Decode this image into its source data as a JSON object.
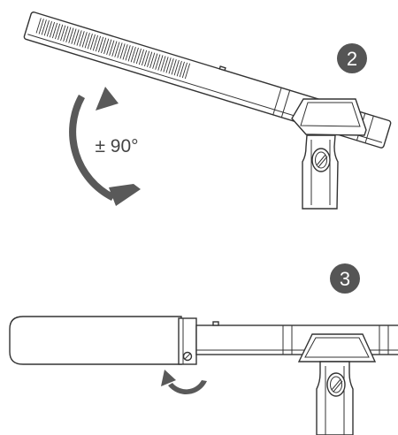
{
  "steps": [
    {
      "number": "2",
      "rotation_label": "± 90°"
    },
    {
      "number": "3"
    }
  ],
  "colors": {
    "badge": "#555555",
    "arrow": "#595959",
    "line": "#333333"
  },
  "icons": [
    "rotate-arrow-icon",
    "screw-icon",
    "step-badge-icon"
  ]
}
